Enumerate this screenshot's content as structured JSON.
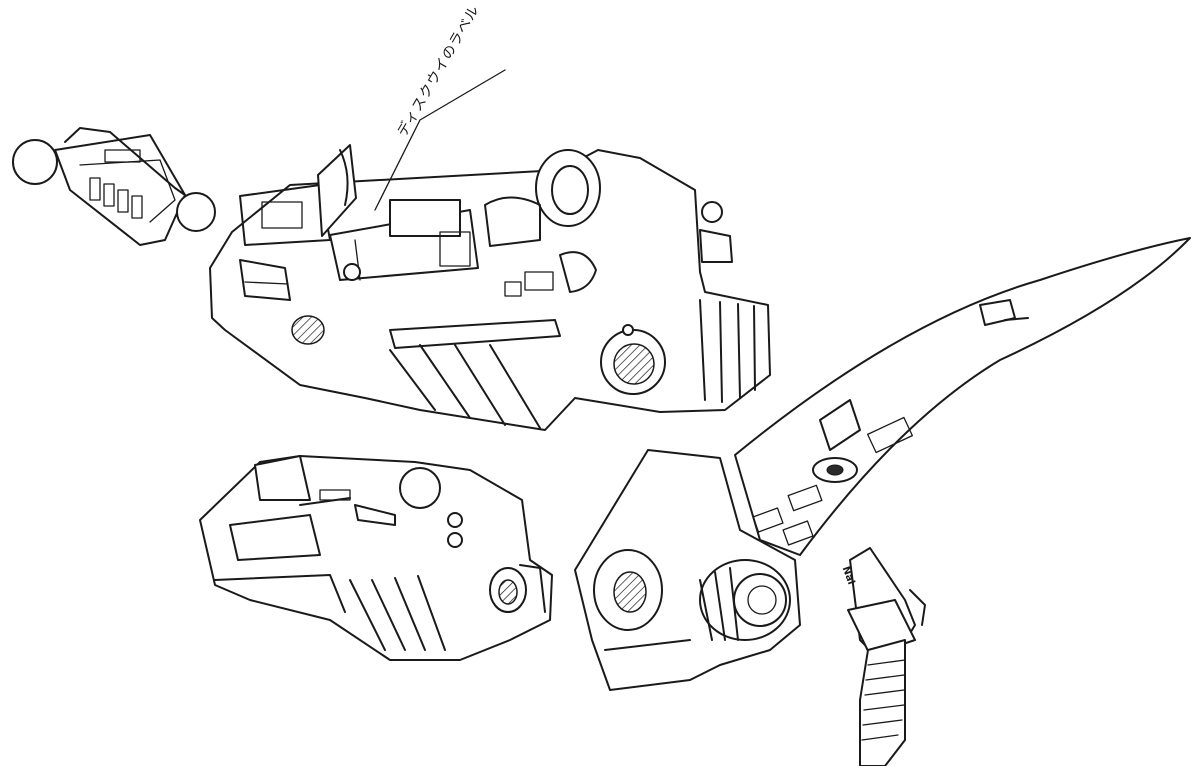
{
  "sketch": {
    "annotation_text": "ディスクウイのラベル",
    "grip_marking": "Nal",
    "ink_color": "#1a1a1a",
    "paper_color": "#ffffff",
    "subjects": [
      "handle-part",
      "weapon-hilt-side-view",
      "weapon-hilt-lower-view",
      "blade-assembly",
      "hand-grip"
    ]
  }
}
